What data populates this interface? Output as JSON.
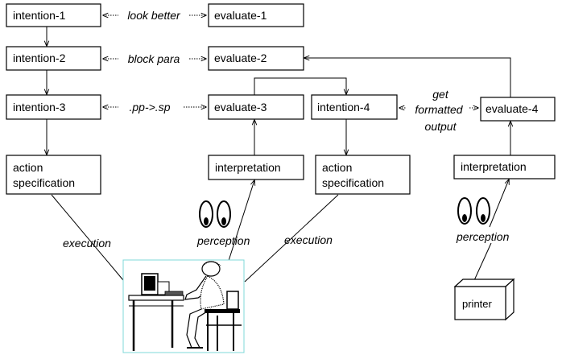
{
  "boxes": {
    "intention_1": "intention-1",
    "intention_2": "intention-2",
    "intention_3": "intention-3",
    "action_spec_1": [
      "action",
      "specification"
    ],
    "evaluate_1": "evaluate-1",
    "evaluate_2": "evaluate-2",
    "evaluate_3": "evaluate-3",
    "interpretation_1": "interpretation",
    "intention_4": "intention-4",
    "action_spec_2": [
      "action",
      "specification"
    ],
    "evaluate_4": "evaluate-4",
    "interpretation_2": "interpretation",
    "printer": "printer"
  },
  "links": {
    "look_better": "look better",
    "block_para": "block para",
    "pp_sp": ".pp->.sp",
    "get_formatted_output": [
      "get",
      "formatted",
      "output"
    ]
  },
  "edges": {
    "execution_1": "execution",
    "perception_1": "perception",
    "execution_2": "execution",
    "perception_2": "perception"
  },
  "icons": {
    "eyes": "eyes-icon",
    "person_at_computer": "person-at-computer-icon",
    "printer": "printer-icon"
  }
}
